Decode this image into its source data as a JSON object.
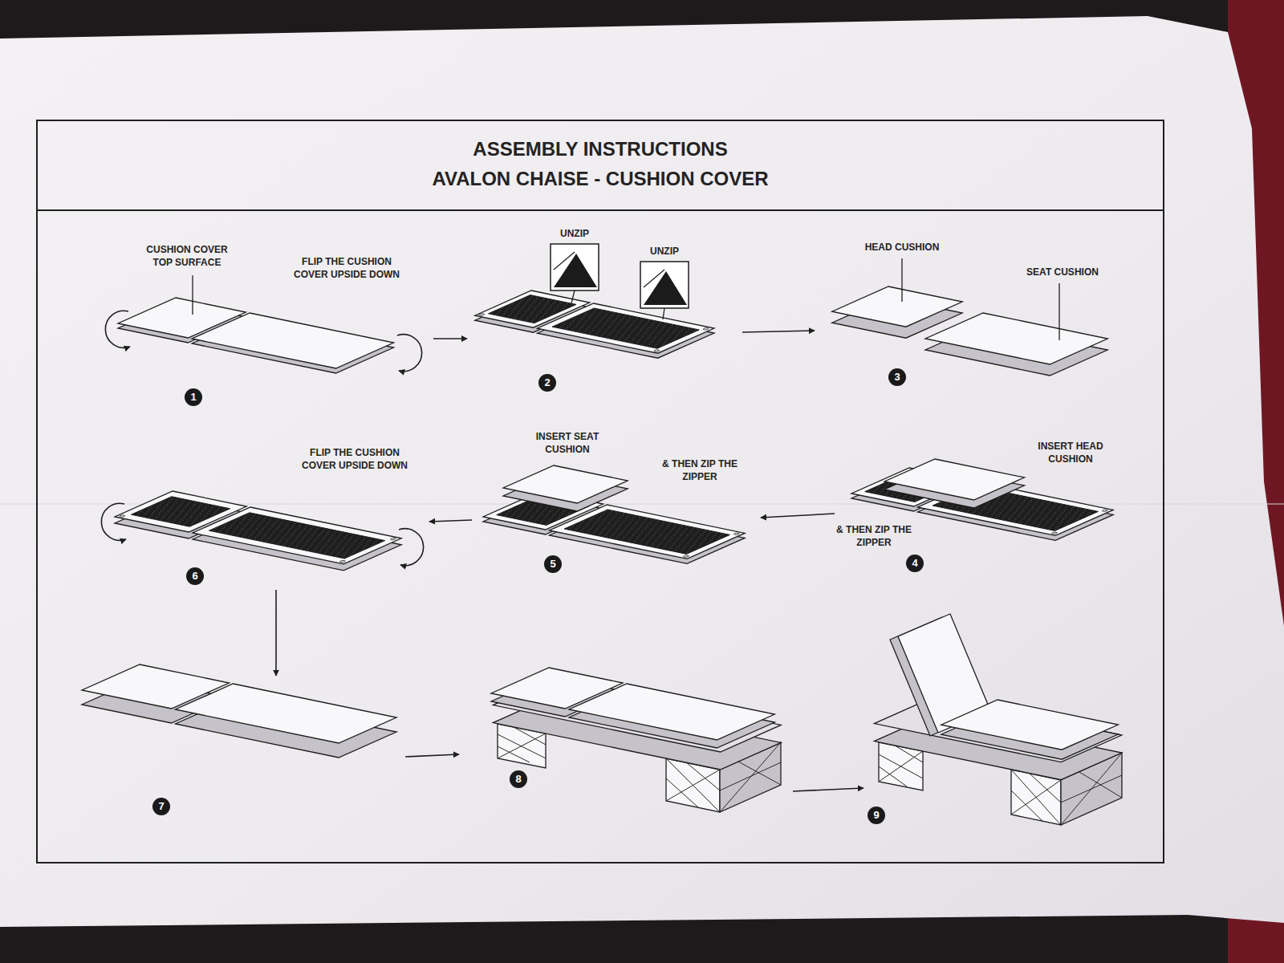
{
  "diagram": {
    "title": "ASSEMBLY INSTRUCTIONS",
    "nodes": [
      {
        "text": [
          "1"
        ]
      },
      {
        "text": [
          "2"
        ]
      },
      {
        "text": [
          "3"
        ]
      },
      {
        "text": [
          "6"
        ]
      },
      {
        "text": [
          "5"
        ]
      },
      {
        "text": [
          "4"
        ]
      },
      {
        "text": [
          "7"
        ]
      },
      {
        "text": [
          "8"
        ]
      },
      {
        "text": [
          "9"
        ]
      }
    ],
    "labels": [
      "AVALON CHAISE - CUSHION COVER",
      "CUSHION COVER TOP SURFACE",
      "FLIP THE CUSHION COVER UPSIDE DOWN",
      "UNZIP",
      "UNZIP",
      "HEAD CUSHION",
      "SEAT CUSHION",
      "INSERT SEAT CUSHION",
      "& THEN ZIP THE ZIPPER",
      "FLIP THE CUSHION COVER UPSIDE DOWN",
      "INSERT HEAD CUSHION",
      "& THEN ZIP THE ZIPPER"
    ]
  }
}
